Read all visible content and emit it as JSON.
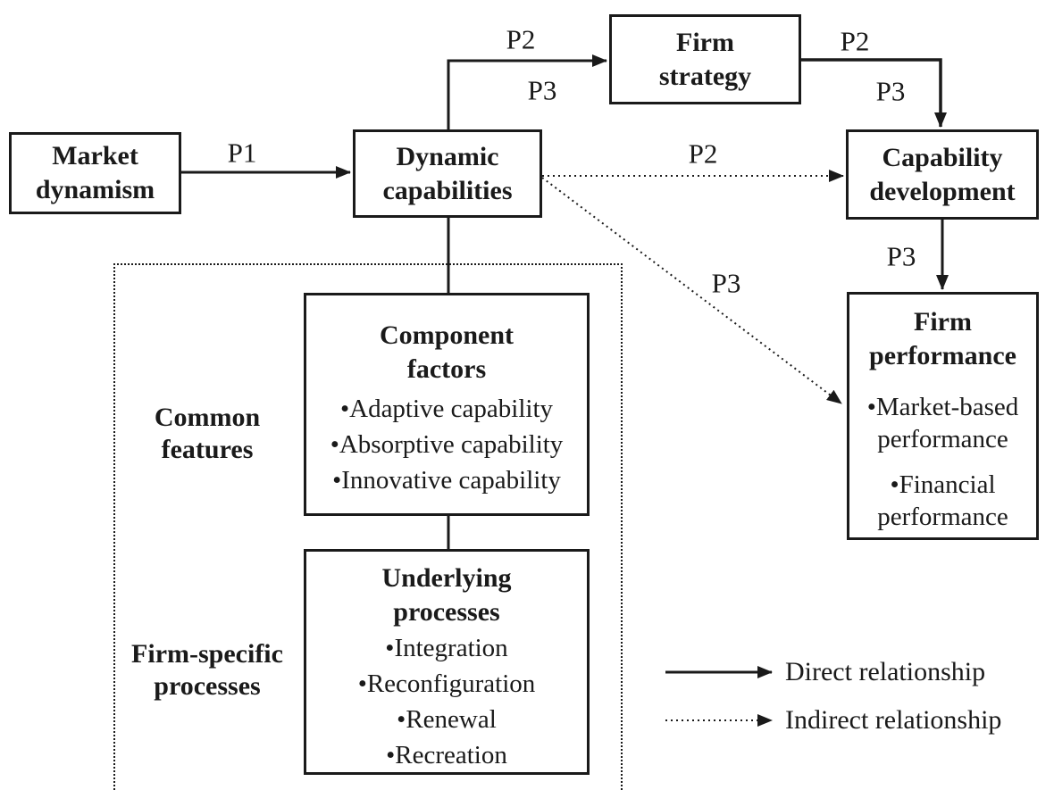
{
  "diagram": {
    "nodes": {
      "market_dynamism": {
        "label": "Market dynamism"
      },
      "dynamic_capabilities": {
        "label": "Dynamic capabilities"
      },
      "firm_strategy": {
        "label": "Firm strategy"
      },
      "capability_development": {
        "label": "Capability development"
      },
      "firm_performance": {
        "title": "Firm performance",
        "bullets": [
          "•Market-based performance",
          "•Financial performance"
        ]
      },
      "component_factors": {
        "title": "Component factors",
        "bullets": [
          "•Adaptive capability",
          "•Absorptive capability",
          "•Innovative capability"
        ]
      },
      "underlying_processes": {
        "title": "Underlying processes",
        "bullets": [
          "•Integration",
          "•Reconfiguration",
          "•Renewal",
          "•Recreation"
        ]
      }
    },
    "group_labels": {
      "common_features": "Common features",
      "firm_specific_processes": "Firm-specific processes"
    },
    "edge_labels": {
      "p1_market_to_dc": "P1",
      "p2_dc_to_strategy": "P2",
      "p3_dc_to_strategy": "P3",
      "p2_strategy_to_capdev": "P2",
      "p3_strategy_to_capdev": "P3",
      "p2_dc_to_capdev": "P2",
      "p3_capdev_to_perf": "P3",
      "p3_dc_to_perf": "P3"
    },
    "legend": {
      "direct": "Direct relationship",
      "indirect": "Indirect relationship"
    },
    "colors": {
      "ink": "#1a1a1a",
      "background": "#ffffff"
    }
  }
}
